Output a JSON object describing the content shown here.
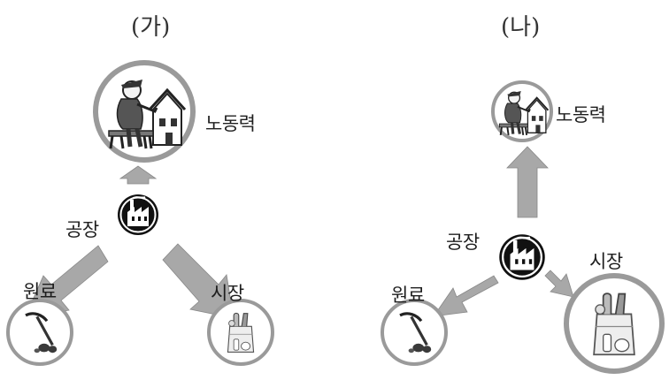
{
  "panels": [
    {
      "title": "(가)",
      "labels": {
        "labor": "노동력",
        "factory": "공장",
        "raw": "원료",
        "market": "시장"
      }
    },
    {
      "title": "(나)",
      "labels": {
        "labor": "노동력",
        "factory": "공장",
        "raw": "원료",
        "market": "시장"
      }
    }
  ],
  "colors": {
    "arrow": "#a8a8a8",
    "ring": "#9a9a9a",
    "factory_dark": "#111111",
    "rock": "#3a3a3a"
  },
  "icons": [
    "worker-house-icon",
    "factory-icon",
    "pickaxe-ore-icon",
    "grocery-bag-icon"
  ]
}
